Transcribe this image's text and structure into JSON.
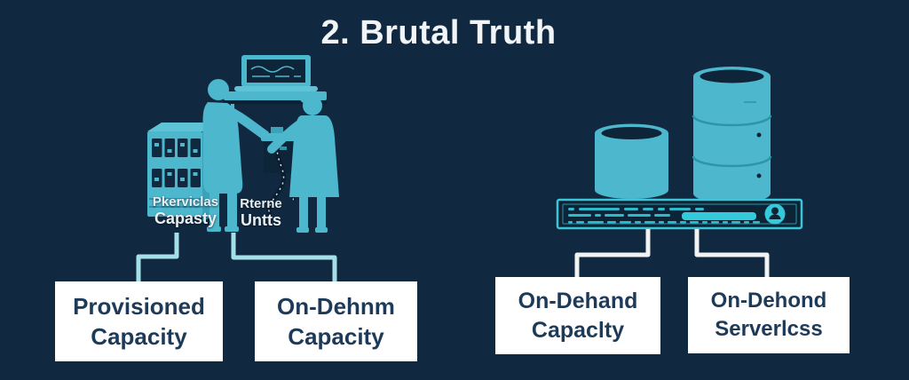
{
  "title": "2. Brutal Truth",
  "left": {
    "labels": [
      {
        "line1": "Pkerviclas",
        "line2": "Capasty"
      },
      {
        "line1": "Rterne",
        "line2": "Untts"
      }
    ]
  },
  "boxes": [
    {
      "line1": "Provisioned",
      "line2": "Capacity"
    },
    {
      "line1": "On-Dehnm",
      "line2": "Capacity"
    },
    {
      "line1": "On-Dehand",
      "line2": "Capaclty"
    },
    {
      "line1": "On-Dehond",
      "line2": "Serverlcss"
    }
  ],
  "icons": [
    "laptop-icon",
    "shelf-icon",
    "person-icon",
    "server-cabinet-icon",
    "cable-icon",
    "database-cylinder-small-icon",
    "database-cylinder-large-icon",
    "server-rack-icon",
    "user-badge-icon"
  ],
  "colors": {
    "background": "#112940",
    "illustration_teal": "#4cb7cd",
    "illustration_teal_dark": "#3aa3b9",
    "bright_teal": "#35cadb",
    "dark_navy_fill": "#0e2438",
    "connector_teal": "#a5dfe8",
    "connector_white": "#f2f2f2",
    "box_background": "#ffffff",
    "box_text": "#1d3b59",
    "title_text": "#f2f5f7"
  }
}
